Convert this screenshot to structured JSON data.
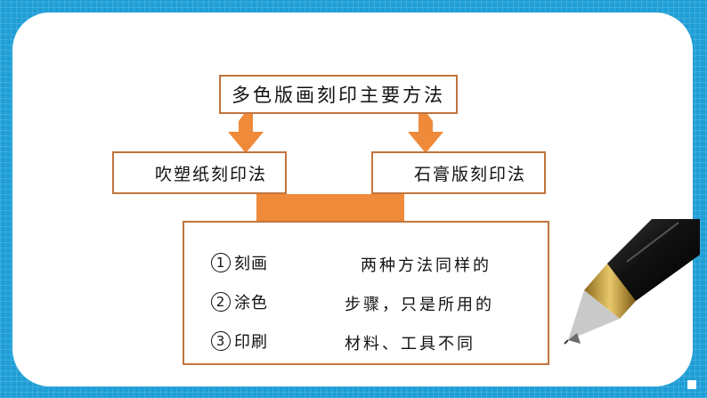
{
  "title": "多色版画刻印主要方法",
  "methods": {
    "left": "吹塑纸刻印法",
    "right": "石膏版刻印法"
  },
  "steps": [
    {
      "number": "1",
      "label": "刻画"
    },
    {
      "number": "2",
      "label": "涂色"
    },
    {
      "number": "3",
      "label": "印刷"
    }
  ],
  "note_lines": [
    "两种方法同样的",
    "步骤，只是所用的",
    "材料、工具不同"
  ],
  "colors": {
    "accent": "#ef8a3a",
    "border": "#c1743e",
    "background": "#1f9ed6"
  },
  "icons": {
    "pen": "pen-icon"
  }
}
